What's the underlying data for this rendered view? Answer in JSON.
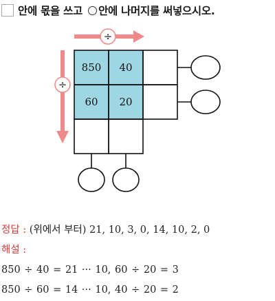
{
  "question": {
    "text_before_circle": "안에 몫을 쓰고",
    "text_after_circle": "안에 나머지를 써넣으시오."
  },
  "diagram": {
    "operator_symbol": "÷",
    "cells": [
      [
        "850",
        "40",
        ""
      ],
      [
        "60",
        "20",
        ""
      ],
      [
        "",
        "",
        ""
      ]
    ],
    "colors": {
      "highlight_fill": "#9fd6e3",
      "arrow": "#ef8a8a"
    }
  },
  "answer": {
    "label": "정답 :",
    "text": "(위에서 부터) 21, 10, 3, 0, 14, 10, 2, 0"
  },
  "explanation": {
    "label": "해설 :",
    "lines": [
      "850 ÷ 40 = 21 ··· 10,  60 ÷ 20 = 3",
      "850 ÷ 60 = 14 ··· 10,  40 ÷ 20 = 2"
    ]
  }
}
